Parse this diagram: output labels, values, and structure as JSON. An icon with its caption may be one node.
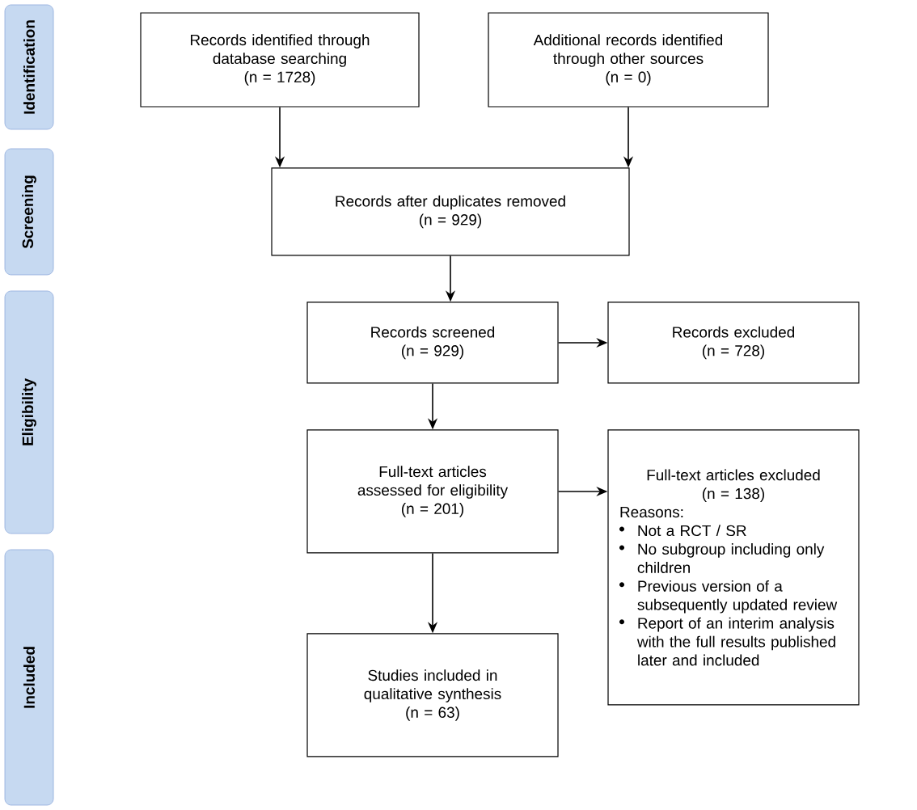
{
  "diagram": {
    "nodes": [
      {
        "text": [
          "Identification"
        ]
      },
      {
        "text": [
          "Screening"
        ]
      },
      {
        "text": [
          "Eligibility"
        ]
      },
      {
        "text": [
          "Included"
        ]
      },
      {
        "text": [
          "Records identified through database searching",
          "(n = 1728)"
        ]
      },
      {
        "text": [
          "Additional records identified through other sources",
          "(n = 0)"
        ]
      },
      {
        "text": [
          "Records after duplicates removed",
          "(n = 929)"
        ]
      },
      {
        "text": [
          "Records screened",
          "(n = 929)"
        ]
      },
      {
        "text": [
          "Records excluded",
          "(n = 728)"
        ]
      },
      {
        "text": [
          "Full-text articles assessed for eligibility",
          "(n = 201)"
        ]
      },
      {
        "text": [
          "Full-text articles excluded",
          "(n = 138)",
          "Reasons:",
          "Not a RCT / SR",
          "No subgroup including only children",
          "Previous version of a subsequently updated review",
          "Report of an interim analysis with the full results published later and included"
        ]
      },
      {
        "text": [
          "Studies included in qualitative synthesis",
          "(n = 63)"
        ]
      }
    ],
    "edges": [
      {
        "from": 4,
        "to": 6,
        "arrow": "to"
      },
      {
        "from": 5,
        "to": 6,
        "arrow": "to"
      },
      {
        "from": 6,
        "to": 7,
        "arrow": "to"
      },
      {
        "from": 7,
        "to": 8,
        "arrow": "to"
      },
      {
        "from": 7,
        "to": 9,
        "arrow": "to"
      },
      {
        "from": 9,
        "to": 10,
        "arrow": "to"
      },
      {
        "from": 9,
        "to": 11,
        "arrow": "to"
      }
    ]
  }
}
